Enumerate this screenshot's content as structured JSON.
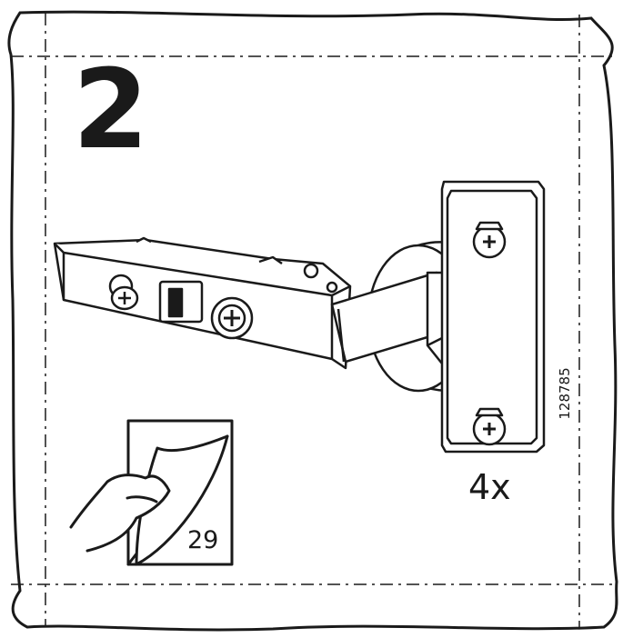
{
  "step": {
    "number": "2"
  },
  "part": {
    "number": "128785",
    "quantity": "4x",
    "icon": "cabinet-hinge-icon"
  },
  "reference": {
    "page": "29",
    "icon": "turn-page-icon"
  },
  "colors": {
    "ink": "#1a1a1a",
    "paper": "#ffffff",
    "shade": "#e8e8e8"
  }
}
